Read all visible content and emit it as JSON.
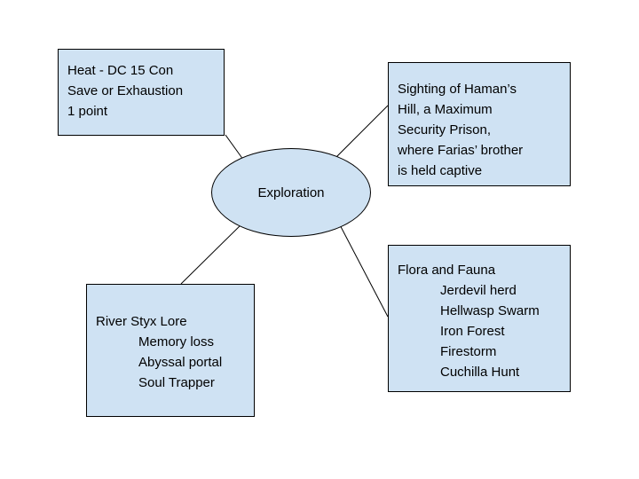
{
  "diagram": {
    "center_label": "Exploration",
    "nodes": [
      {
        "id": "heat-rule",
        "lines": [
          "Heat - DC 15 Con",
          "Save or Exhaustion",
          "1 point"
        ]
      },
      {
        "id": "sighting",
        "lines": [
          "Sighting of Haman’s",
          "Hill, a Maximum",
          "Security Prison,",
          "where Farias’ brother",
          "is held captive"
        ]
      },
      {
        "id": "river-styx-lore",
        "lines": [
          "River Styx Lore",
          "Memory loss",
          "Abyssal portal",
          "Soul Trapper"
        ]
      },
      {
        "id": "flora-and-fauna",
        "lines": [
          "Flora and Fauna",
          "Jerdevil herd",
          "Hellwasp Swarm",
          "Iron Forest",
          "Firestorm",
          "Cuchilla Hunt"
        ]
      }
    ],
    "colors": {
      "node_fill": "#cfe2f3",
      "node_border": "#000000",
      "connector": "#000000",
      "background": "#ffffff"
    }
  }
}
